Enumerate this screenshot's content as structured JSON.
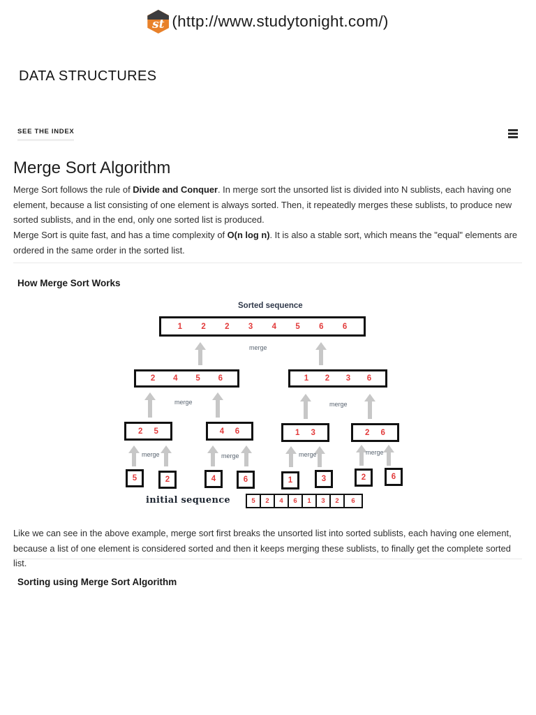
{
  "header": {
    "logo_text": "st",
    "url_text": "(http://www.studytonight.com/)"
  },
  "nav": {
    "category": "DATA STRUCTURES",
    "see_index_label": "SEE THE INDEX"
  },
  "article": {
    "title": "Merge Sort Algorithm",
    "p1": {
      "before": "Merge Sort follows the rule of ",
      "bold": "Divide and Conquer",
      "after": ". In merge sort the unsorted list is divided into N sublists, each having one element, because a list consisting of one element is always sorted. Then, it repeatedly merges these sublists, to produce new sorted sublists, and in the end, only one sorted list is produced."
    },
    "p2": {
      "before": "Merge Sort is quite fast, and has a time complexity of ",
      "bold": "O(n log n)",
      "after": ". It is also a stable sort, which means the \"equal\" elements are ordered in the same order in the sorted list."
    },
    "section1_heading": "How Merge Sort Works",
    "p3": "Like we can see in the above example, merge sort first breaks the unsorted list into sorted sublists, each having one element, because a list of one element is considered sorted and then it keeps merging these sublists, to finally get the complete sorted list.",
    "section2_heading": "Sorting using Merge Sort Algorithm"
  },
  "diagram": {
    "sorted_label": "Sorted sequence",
    "initial_label": "initial sequence",
    "merge_label": "merge",
    "sorted_sequence": [
      1,
      2,
      2,
      3,
      4,
      5,
      6,
      6
    ],
    "level1_left": [
      2,
      4,
      5,
      6
    ],
    "level1_right": [
      1,
      2,
      3,
      6
    ],
    "level2": [
      [
        2,
        5
      ],
      [
        4,
        6
      ],
      [
        1,
        3
      ],
      [
        2,
        6
      ]
    ],
    "level3": [
      5,
      2,
      4,
      6,
      1,
      3,
      2,
      6
    ],
    "initial_sequence": [
      5,
      2,
      4,
      6,
      1,
      3,
      2,
      6
    ],
    "colors": {
      "number": "#e23b3b",
      "arrow": "#c7c7c7",
      "box_border": "#111111"
    }
  }
}
